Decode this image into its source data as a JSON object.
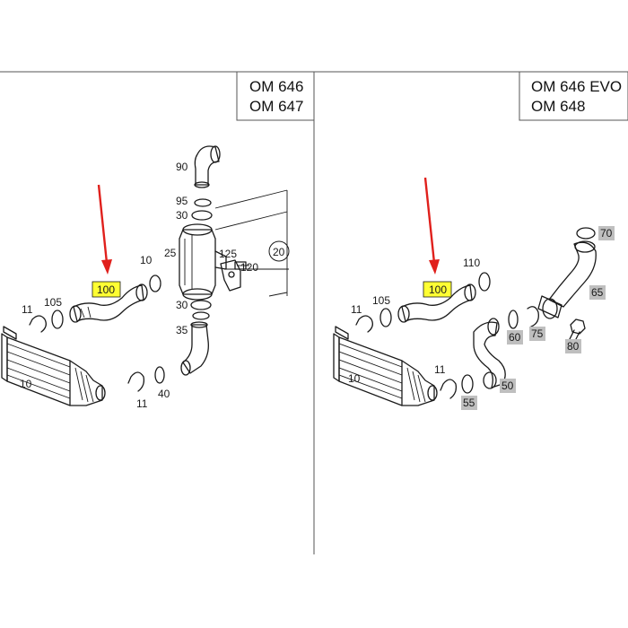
{
  "colors": {
    "highlight_yellow": "#ffff33",
    "highlight_grey": "#bfbfbf",
    "arrow_red": "#e0201c",
    "line": "#1a1a1a"
  },
  "left_panel": {
    "engine_line1": "OM 646",
    "engine_line2": "OM 647",
    "highlight_label": "100",
    "labels": {
      "p90": "90",
      "p95": "95",
      "p30a": "30",
      "p25": "25",
      "p125": "125",
      "p120": "120",
      "p20": "20",
      "p30b": "30",
      "p35": "35",
      "p10b": "10",
      "p11a": "11",
      "p105": "105",
      "p10": "10",
      "p11b": "11",
      "p40": "40"
    }
  },
  "right_panel": {
    "engine_line1": "OM 646 EVO",
    "engine_line2": "OM 648",
    "highlight_label": "100",
    "labels": {
      "p110": "110",
      "p11a": "11",
      "p105": "105",
      "p10": "10",
      "p11b": "11"
    },
    "grey_labels": {
      "p70": "70",
      "p65": "65",
      "p60": "60",
      "p75": "75",
      "p80": "80",
      "p50": "50",
      "p55": "55"
    }
  }
}
